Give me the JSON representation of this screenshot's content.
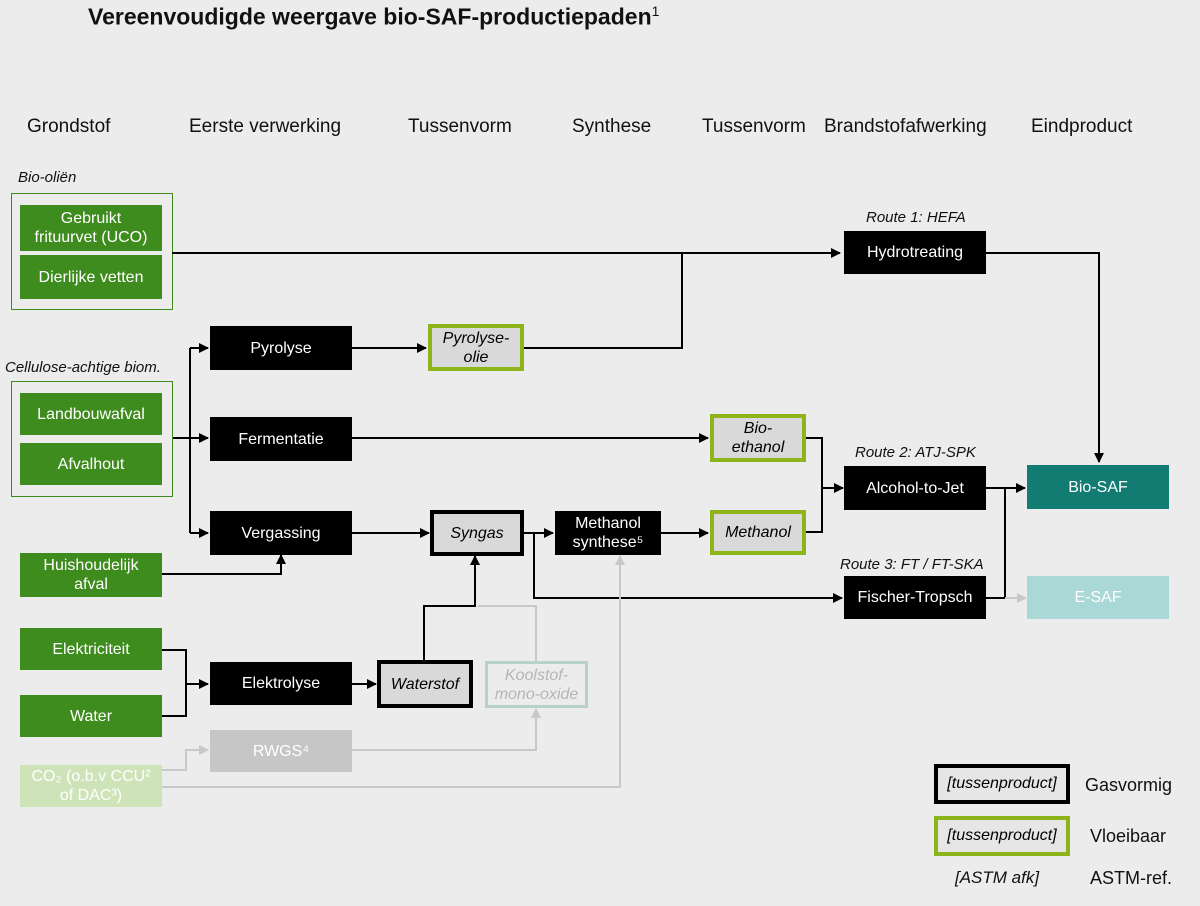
{
  "title": "Vereenvoudigde weergave bio-SAF-productiepaden",
  "title_footnote": "1",
  "columns": [
    "Grondstof",
    "Eerste verwerking",
    "Tussenvorm",
    "Synthese",
    "Tussenvorm",
    "Brandstofafwerking",
    "Eindproduct"
  ],
  "categories": {
    "bio_olien": "Bio-oliën",
    "cellulose": "Cellulose-achtige biom."
  },
  "feedstocks": {
    "uco": "Gebruikt\nfrituurvet (UCO)",
    "dierlijke_vetten": "Dierlijke vetten",
    "landbouwafval": "Landbouwafval",
    "afvalhout": "Afvalhout",
    "huishoudelijk_afval": "Huishoudelijk\nafval",
    "elektriciteit": "Elektriciteit",
    "water": "Water",
    "co2": "CO₂ (o.b.v CCU²\nof DAC³)"
  },
  "processing": {
    "pyrolyse": "Pyrolyse",
    "fermentatie": "Fermentatie",
    "vergassing": "Vergassing",
    "elektrolyse": "Elektrolyse",
    "rwgs": "RWGS⁴"
  },
  "intermediates": {
    "pyrolyse_olie": "Pyrolyse-\nolie",
    "bio_ethanol": "Bio-\nethanol",
    "syngas": "Syngas",
    "waterstof": "Waterstof",
    "koolstofmonooxide": "Koolstof-\nmono-oxide",
    "methanol": "Methanol"
  },
  "synthesis": {
    "methanol_synthese": "Methanol\nsynthese⁵"
  },
  "finishing": {
    "hydrotreating": "Hydrotreating",
    "alcohol_to_jet": "Alcohol-to-Jet",
    "fischer_tropsch": "Fischer-Tropsch"
  },
  "routes": {
    "route1": "Route 1: HEFA",
    "route2": "Route 2: ATJ-SPK",
    "route3": "Route 3: FT / FT-SKA"
  },
  "products": {
    "bio_saf": "Bio-SAF",
    "e_saf": "E-SAF"
  },
  "legend": {
    "gas_box": "[tussenproduct]",
    "gas_label": "Gasvormig",
    "liquid_box": "[tussenproduct]",
    "liquid_label": "Vloeibaar",
    "astm_box": "[ASTM afk]",
    "astm_label": "ASTM-ref."
  },
  "colors": {
    "feedstock_green": "#3e8b1e",
    "process_black": "#000000",
    "liquid_border": "#8db418",
    "bio_saf_teal": "#127b72",
    "e_saf_light_teal": "#a9d8d6",
    "faded_grey": "#c6c6c6"
  }
}
